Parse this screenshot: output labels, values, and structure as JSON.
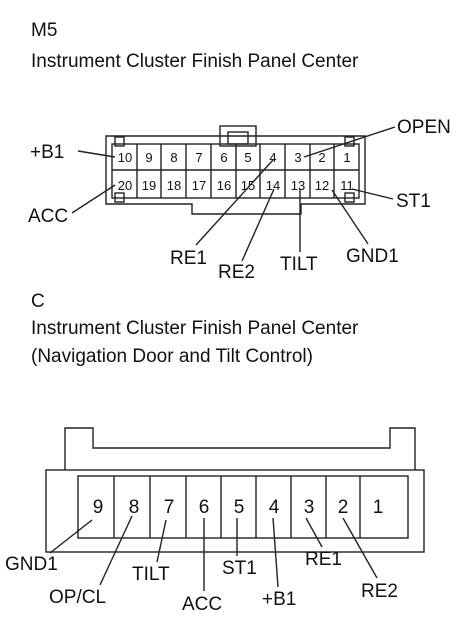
{
  "connector_m5": {
    "code": "M5",
    "name": "Instrument Cluster Finish Panel Center",
    "pins_top": [
      "10",
      "9",
      "8",
      "7",
      "6",
      "5",
      "4",
      "3",
      "2",
      "1"
    ],
    "pins_bottom": [
      "20",
      "19",
      "18",
      "17",
      "16",
      "15",
      "14",
      "13",
      "12",
      "11"
    ],
    "callouts": {
      "b1": "+B1",
      "acc": "ACC",
      "open": "OPEN",
      "st1": "ST1",
      "re1": "RE1",
      "re2": "RE2",
      "tilt": "TILT",
      "gnd1": "GND1"
    }
  },
  "connector_c": {
    "code": "C",
    "name": "Instrument Cluster Finish Panel Center",
    "subtitle": "(Navigation Door and Tilt Control)",
    "pins": [
      "9",
      "8",
      "7",
      "6",
      "5",
      "4",
      "3",
      "2",
      "1"
    ],
    "callouts": {
      "gnd1": "GND1",
      "opcl": "OP/CL",
      "tilt": "TILT",
      "acc": "ACC",
      "st1": "ST1",
      "b1": "+B1",
      "re1": "RE1",
      "re2": "RE2"
    }
  }
}
